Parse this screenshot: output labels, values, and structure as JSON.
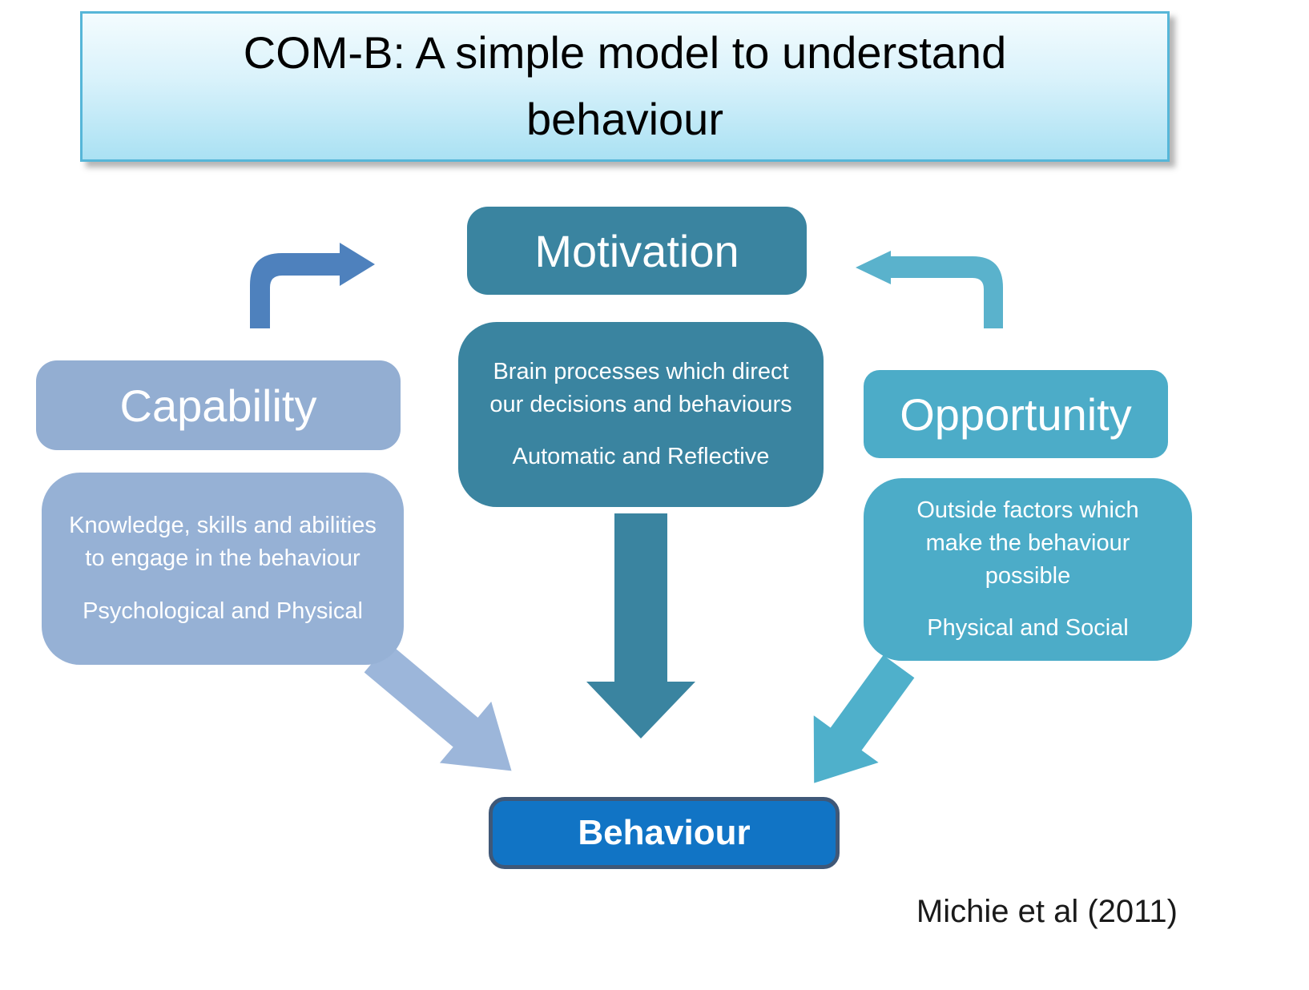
{
  "title": "COM-B: A simple model to understand behaviour",
  "components": {
    "capability": {
      "label": "Capability",
      "description": "Knowledge, skills and abilities to engage in the behaviour",
      "subtitle": "Psychological and Physical"
    },
    "motivation": {
      "label": "Motivation",
      "description": "Brain processes which direct our decisions and behaviours",
      "subtitle": "Automatic and Reflective"
    },
    "opportunity": {
      "label": "Opportunity",
      "description": "Outside factors which make the behaviour possible",
      "subtitle": "Physical and Social"
    }
  },
  "outcome": {
    "label": "Behaviour"
  },
  "citation": "Michie et al (2011)",
  "colors": {
    "title_border": "#56b6d8",
    "capability_box": "#93aed2",
    "capability_diag_arrow": "#9cb6da",
    "capability_elbow_arrow": "#4e81bd",
    "motivation_box": "#3a84a0",
    "motivation_down_arrow": "#3a84a0",
    "opportunity_box": "#4cacc8",
    "opportunity_diag_arrow": "#4fb0cb",
    "opportunity_elbow_arrow": "#5ab2cc",
    "behaviour_box": "#1174c5",
    "behaviour_border": "#3f5878"
  }
}
